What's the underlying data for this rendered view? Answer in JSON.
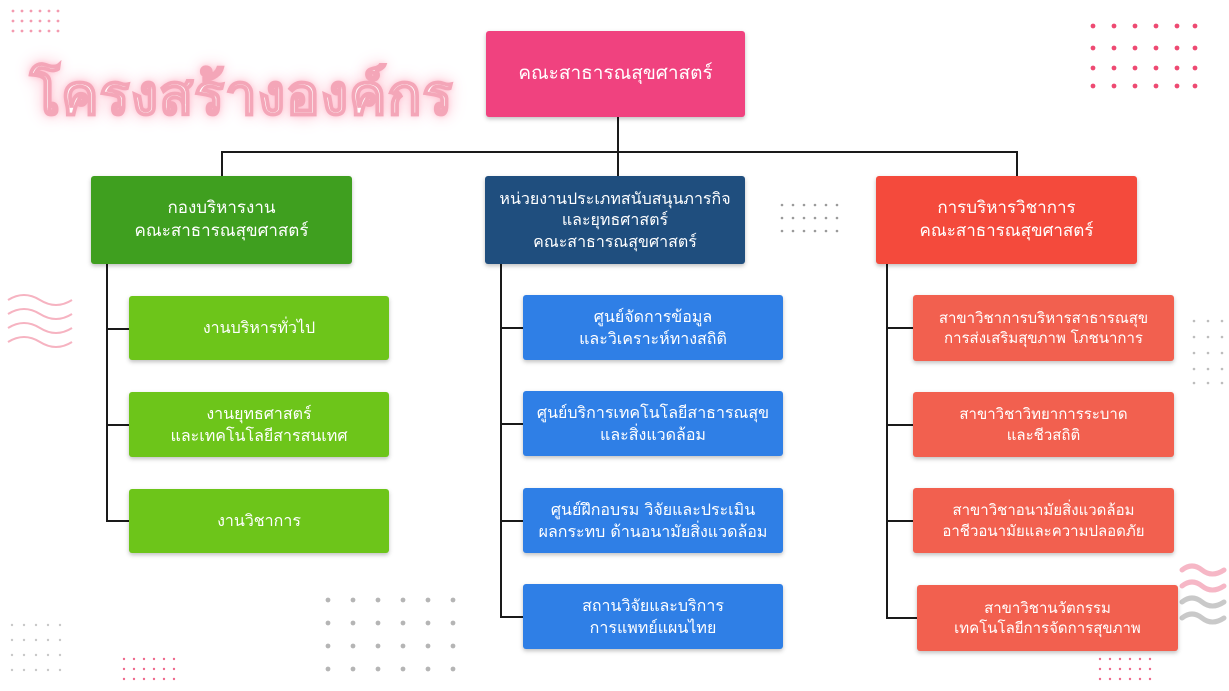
{
  "title": "โครงสร้างองค์กร",
  "top": "คณะสาธารณสุขศาสตร์",
  "columns": [
    {
      "head": [
        "กองบริหารงาน",
        "คณะสาธารณสุขศาสตร์"
      ],
      "children": [
        [
          "งานบริหารทั่วไป"
        ],
        [
          "งานยุทธศาสตร์",
          "และเทคโนโลยีสารสนเทศ"
        ],
        [
          "งานวิชาการ"
        ]
      ]
    },
    {
      "head": [
        "หน่วยงานประเภทสนับสนุนภารกิจ",
        "และยุทธศาสตร์",
        "คณะสาธารณสุขศาสตร์"
      ],
      "children": [
        [
          "ศูนย์จัดการข้อมูล",
          "และวิเคราะห์ทางสถิติ"
        ],
        [
          "ศูนย์บริการเทคโนโลยีสาธารณสุข",
          "และสิ่งแวดล้อม"
        ],
        [
          "ศูนย์ฝึกอบรม วิจัยและประเมิน",
          "ผลกระทบ ด้านอนามัยสิ่งแวดล้อม"
        ],
        [
          "สถานวิจัยและบริการ",
          "การแพทย์แผนไทย"
        ]
      ]
    },
    {
      "head": [
        "การบริหารวิชาการ",
        "คณะสาธารณสุขศาสตร์"
      ],
      "children": [
        [
          "สาขาวิชาการบริหารสาธารณสุข",
          "การส่งเสริมสุขภาพ โภชนาการ"
        ],
        [
          "สาขาวิชาวิทยาการระบาด",
          "และชีวสถิติ"
        ],
        [
          "สาขาวิชาอนามัยสิ่งแวดล้อม",
          "อาชีวอนามัยและความปลอดภัย"
        ],
        [
          "สาขาวิชานวัตกรรม",
          "เทคโนโลยีการจัดการสุขภาพ"
        ]
      ]
    }
  ]
}
